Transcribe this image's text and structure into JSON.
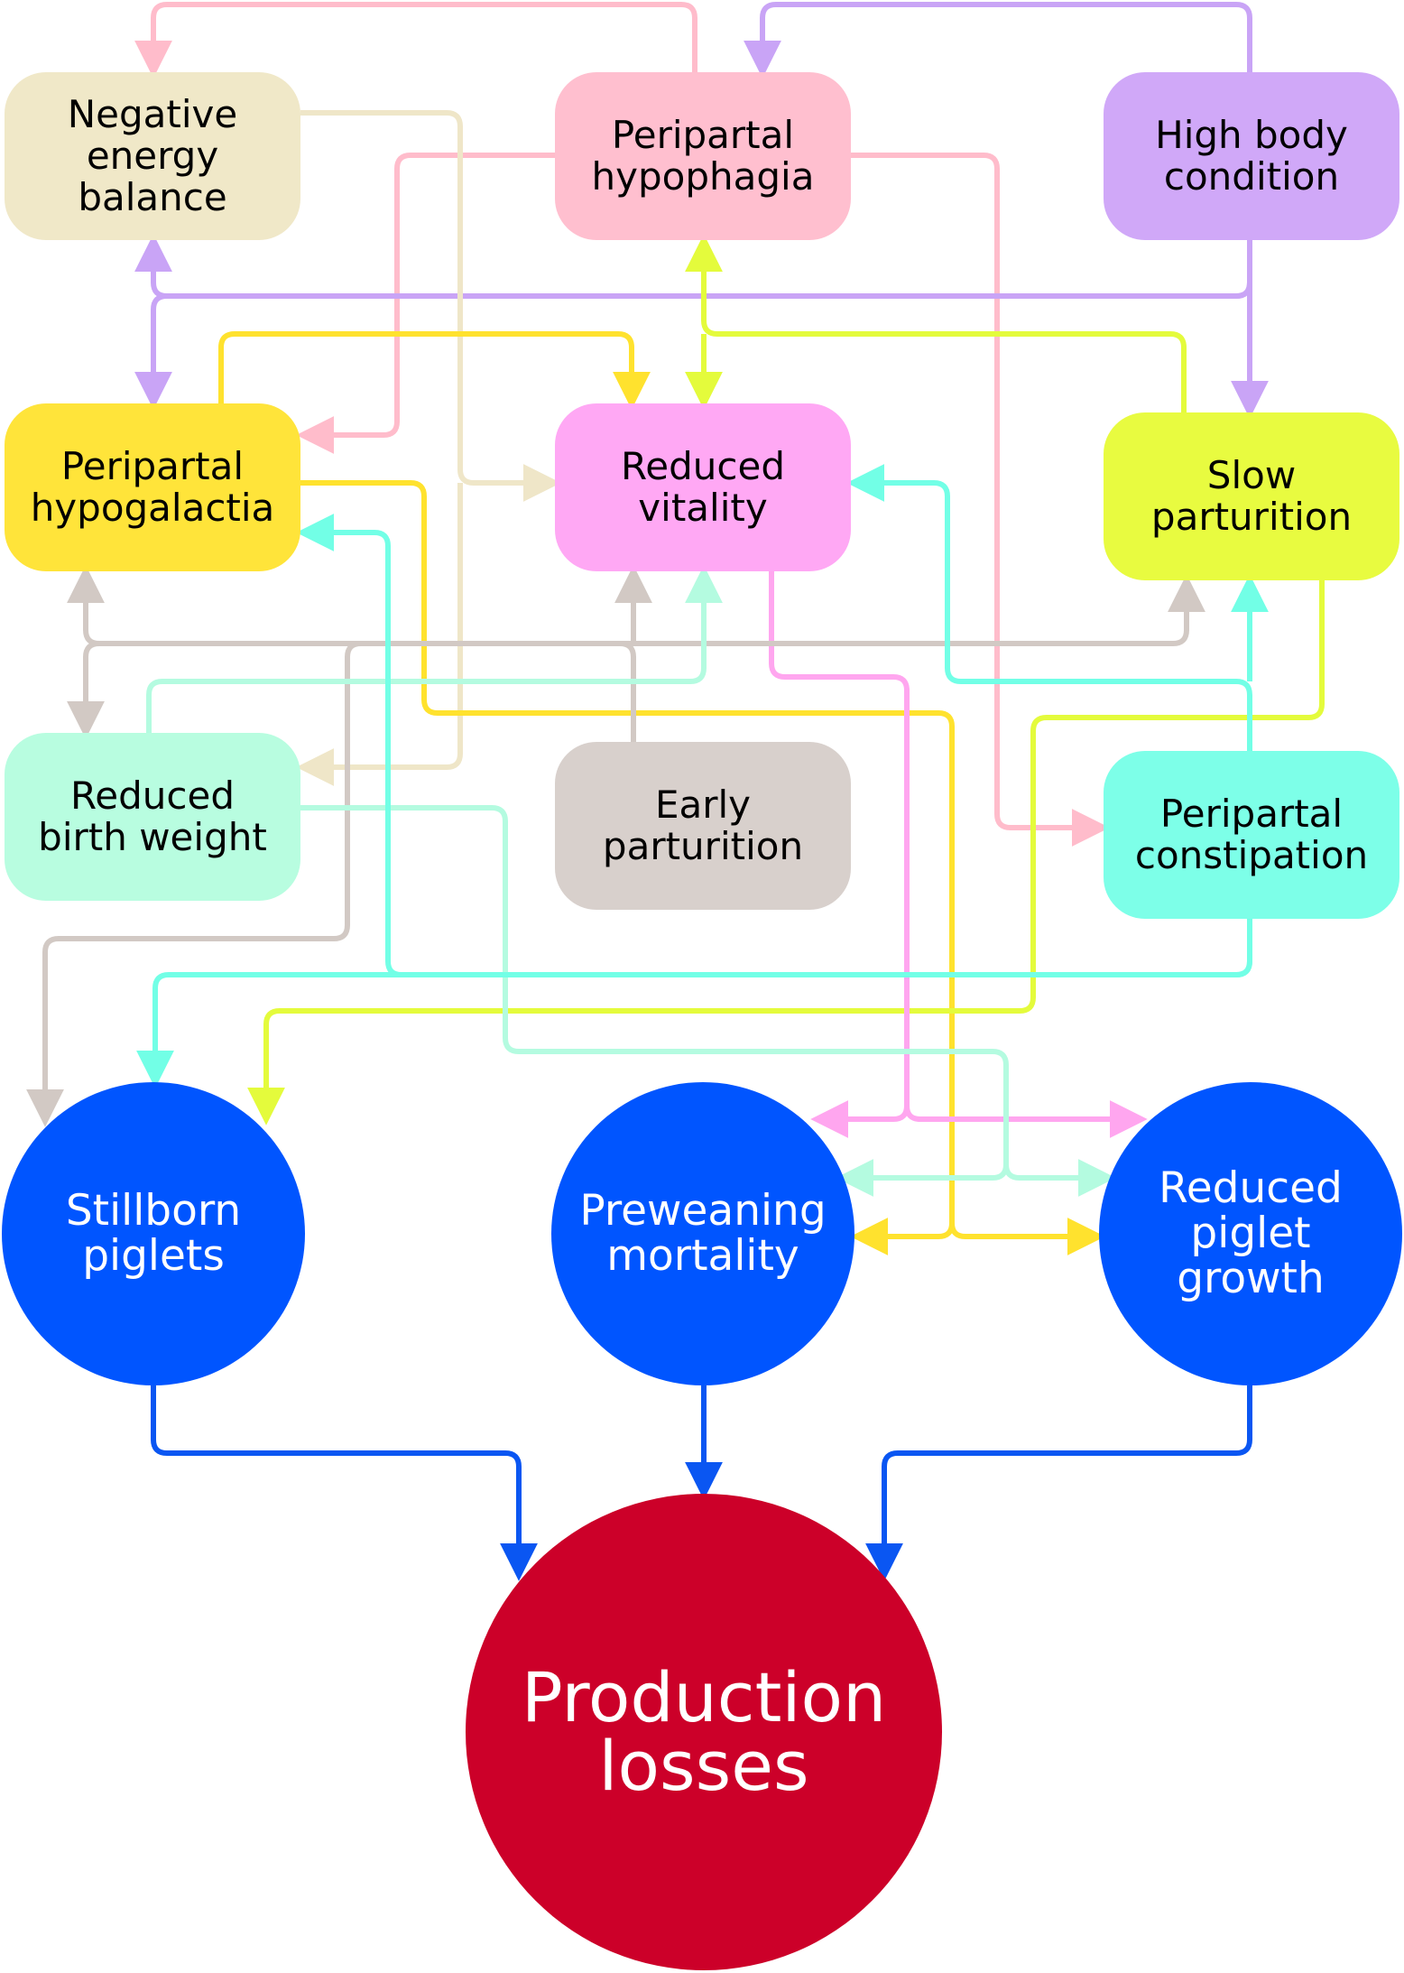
{
  "nodes": {
    "negative_energy_balance": {
      "label": "Negative\nenergy\nbalance",
      "color": "#f0e8c8"
    },
    "peripartal_hypophagia": {
      "label": "Peripartal\nhypophagia",
      "color": "#ffbfcf"
    },
    "high_body_condition": {
      "label": "High body\ncondition",
      "color": "#d0a8f8"
    },
    "peripartal_hypogalactia": {
      "label": "Peripartal\nhypogalactia",
      "color": "#ffe43a"
    },
    "reduced_vitality": {
      "label": "Reduced\nvitality",
      "color": "#ffa8f4"
    },
    "slow_parturition": {
      "label": "Slow\nparturition",
      "color": "#e8fb40"
    },
    "reduced_birth_weight": {
      "label": "Reduced\nbirth weight",
      "color": "#b8fde0"
    },
    "early_parturition": {
      "label": "Early\nparturition",
      "color": "#d8d0cc"
    },
    "peripartal_constipation": {
      "label": "Peripartal\nconstipation",
      "color": "#7dffe8"
    },
    "stillborn_piglets": {
      "label": "Stillborn\npiglets",
      "color": "#0055ff"
    },
    "preweaning_mortality": {
      "label": "Preweaning\nmortality",
      "color": "#0055ff"
    },
    "reduced_piglet_growth": {
      "label": "Reduced\npiglet\ngrowth",
      "color": "#0055ff"
    },
    "production_losses": {
      "label": "Production\nlosses",
      "color": "#cc0029"
    }
  },
  "edge_colors": {
    "negative_energy_balance": "#efe6c8",
    "peripartal_hypophagia": "#ffbccb",
    "high_body_condition": "#c9a4f6",
    "peripartal_hypogalactia": "#ffe22e",
    "reduced_vitality": "#ffa6ef",
    "slow_parturition": "#e4fb3c",
    "reduced_birth_weight": "#b4fbe0",
    "early_parturition": "#d2c9c4",
    "peripartal_constipation": "#72ffe6",
    "outcomes": "#0a56f2"
  },
  "edges": [
    {
      "from": "peripartal_hypophagia",
      "to": "negative_energy_balance"
    },
    {
      "from": "peripartal_hypophagia",
      "to": "peripartal_hypogalactia"
    },
    {
      "from": "peripartal_hypophagia",
      "to": "peripartal_constipation"
    },
    {
      "from": "high_body_condition",
      "to": "peripartal_hypophagia"
    },
    {
      "from": "high_body_condition",
      "to": "negative_energy_balance"
    },
    {
      "from": "high_body_condition",
      "to": "peripartal_hypogalactia"
    },
    {
      "from": "high_body_condition",
      "to": "slow_parturition"
    },
    {
      "from": "negative_energy_balance",
      "to": "reduced_vitality"
    },
    {
      "from": "negative_energy_balance",
      "to": "reduced_birth_weight"
    },
    {
      "from": "peripartal_hypogalactia",
      "to": "reduced_vitality"
    },
    {
      "from": "peripartal_hypogalactia",
      "to": "preweaning_mortality"
    },
    {
      "from": "peripartal_hypogalactia",
      "to": "reduced_piglet_growth"
    },
    {
      "from": "slow_parturition",
      "to": "peripartal_hypophagia"
    },
    {
      "from": "slow_parturition",
      "to": "reduced_vitality"
    },
    {
      "from": "slow_parturition",
      "to": "stillborn_piglets"
    },
    {
      "from": "reduced_vitality",
      "to": "preweaning_mortality"
    },
    {
      "from": "reduced_vitality",
      "to": "reduced_piglet_growth"
    },
    {
      "from": "early_parturition",
      "to": "peripartal_hypogalactia"
    },
    {
      "from": "early_parturition",
      "to": "reduced_birth_weight"
    },
    {
      "from": "early_parturition",
      "to": "reduced_vitality"
    },
    {
      "from": "early_parturition",
      "to": "slow_parturition"
    },
    {
      "from": "early_parturition",
      "to": "stillborn_piglets"
    },
    {
      "from": "reduced_birth_weight",
      "to": "reduced_vitality"
    },
    {
      "from": "reduced_birth_weight",
      "to": "preweaning_mortality"
    },
    {
      "from": "reduced_birth_weight",
      "to": "reduced_piglet_growth"
    },
    {
      "from": "peripartal_constipation",
      "to": "peripartal_hypogalactia"
    },
    {
      "from": "peripartal_constipation",
      "to": "reduced_vitality"
    },
    {
      "from": "peripartal_constipation",
      "to": "slow_parturition"
    },
    {
      "from": "peripartal_constipation",
      "to": "stillborn_piglets"
    },
    {
      "from": "stillborn_piglets",
      "to": "production_losses"
    },
    {
      "from": "preweaning_mortality",
      "to": "production_losses"
    },
    {
      "from": "reduced_piglet_growth",
      "to": "production_losses"
    }
  ]
}
